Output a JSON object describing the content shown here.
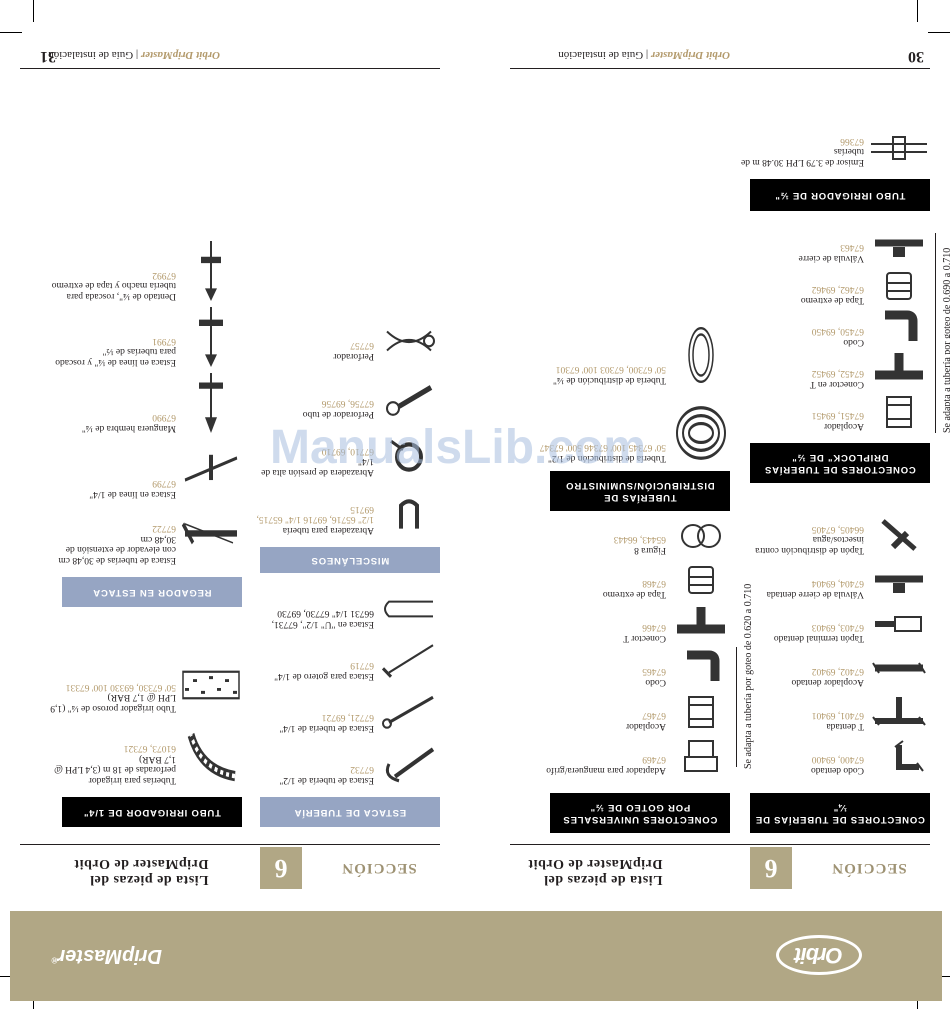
{
  "brand": {
    "orbit_logo": "Orbit",
    "dripmaster_logo": "DripMaster",
    "reg_mark": "®"
  },
  "watermark": "ManualsLib.com",
  "page30": {
    "section_word": "SECCIÓN",
    "section_num": "6",
    "title_line1": "Lista de piezas del",
    "title_line2": "DripMaster de Orbit",
    "head_connectors14": "CONECTORES DE TUBERÍAS DE ¼\"",
    "head_universal": "CONECTORES UNIVERSALES POR GOTEO DE ½\"",
    "head_driplock": "CONECTORES DE TUBERÍAS DRIPLOCK\" DE ½\"",
    "head_distribution": "TUBERÍAS DE DISTRIBUCIÓN/SUMINISTRO",
    "head_irrigator12": "TUBO IRRIGADOR DE ½\"",
    "vert_text_1": "Se adapta a tubería por goteo de 0.620 a 0.710",
    "vert_text_2": "Se adapta a tubería por goteo de 0.690 a 0.710",
    "running_brand": "Orbit DripMaster",
    "running_sep": "|",
    "running_text": "Guía de instalación",
    "page_number": "30",
    "col1": [
      {
        "label": "Codo dentado",
        "code": "67400, 69400",
        "icon": "barbed-elbow-icon"
      },
      {
        "label": "T dentada",
        "code": "67401, 69401",
        "icon": "barbed-tee-icon"
      },
      {
        "label": "Acoplador dentado",
        "code": "67402, 69402",
        "icon": "barbed-coupler-icon"
      },
      {
        "label": "Tapón terminal dentado",
        "code": "67403, 69403",
        "icon": "barbed-end-cap-icon"
      },
      {
        "label": "Válvula de cierre dentada",
        "code": "67404, 69404",
        "icon": "shutoff-valve-icon"
      },
      {
        "label": "Tapón de distribución contra insectos/agua",
        "code": "66405, 67405",
        "icon": "distribution-plug-icon"
      }
    ],
    "col2": [
      {
        "label": "Adaptador para manguera/grifo",
        "code": "67469",
        "icon": "hose-adapter-icon"
      },
      {
        "label": "Acoplador",
        "code": "67467",
        "icon": "coupler-icon"
      },
      {
        "label": "Codo",
        "code": "67465",
        "icon": "elbow-icon"
      },
      {
        "label": "Conector T",
        "code": "67466",
        "icon": "tee-connector-icon"
      },
      {
        "label": "Tapa de extremo",
        "code": "67468",
        "icon": "end-cap-icon"
      },
      {
        "label": "Figura 8",
        "code": "65443, 66443",
        "icon": "figure-eight-icon"
      }
    ],
    "driplock": [
      {
        "label": "Acoplador",
        "code": "67451, 69451",
        "icon": "coupler-icon"
      },
      {
        "label": "Conector en T",
        "code": "67452, 69452",
        "icon": "tee-connector-icon"
      },
      {
        "label": "Codo",
        "code": "67450, 69450",
        "icon": "elbow-icon"
      },
      {
        "label": "Tapa de extremo",
        "code": "67462, 69462",
        "icon": "end-cap-icon"
      },
      {
        "label": "Válvula de cierre",
        "code": "67463",
        "icon": "shutoff-valve-icon"
      }
    ],
    "distribution": [
      {
        "label": "Tubería de distribución de 1/2\"",
        "code": "50' 67345  100' 67346  500' 67347",
        "icon": "tubing-coil-icon"
      },
      {
        "label": "Tubería de distribución de ¼\"",
        "code": "50' 67300, 67303  100' 67301",
        "icon": "quarter-tubing-coil-icon"
      }
    ],
    "irrigator12": [
      {
        "label": "Emisor de 3.79 LPH 30.48 m de tuberías",
        "code": "67366",
        "icon": "emitter-tubing-icon"
      }
    ]
  },
  "page31": {
    "section_word": "SECCIÓN",
    "section_num": "6",
    "title_line1": "Lista de piezas del",
    "title_line2": "DripMaster de Orbit",
    "head_stake": "ESTACA DE TUBERÍA",
    "head_irrigator14": "TUBO IRRIGADOR DE 1/4\"",
    "head_misc": "MISCELÁNEOS",
    "head_sprinkler": "REGADOR EN ESTACA",
    "running_brand": "Orbit DripMaster",
    "running_sep": "|",
    "running_text": "Guía de instalación",
    "page_number": "31",
    "stake": [
      {
        "label": "Estaca de tubería de 1/2\"",
        "code": "67732",
        "icon": "half-tubing-stake-icon"
      },
      {
        "label": "Estaca de tubería de 1/4\"",
        "code": "67721, 69721",
        "icon": "quarter-tubing-stake-icon"
      },
      {
        "label": "Estaca para gotero de 1/4\"",
        "code": "67719",
        "icon": "dripper-stake-icon"
      },
      {
        "label": "Estaca en \"U\" 1/2\", 67731, 66731 1/4\" 67730, 69730",
        "code": "",
        "icon": "u-stake-icon"
      }
    ],
    "misc": [
      {
        "label": "Abrazadera para tubería",
        "code": "1/2\" 65716, 69716  1/4\" 65715, 69715",
        "icon": "tubing-clamp-icon"
      },
      {
        "label": "Abrazadera de presión alta de 1/4\"",
        "code": "67710, 69710",
        "icon": "pressure-clamp-icon"
      },
      {
        "label": "Perforador de tubo",
        "code": "67756, 69756",
        "icon": "tube-punch-icon"
      },
      {
        "label": "Perforador",
        "code": "67757",
        "icon": "hole-punch-icon"
      }
    ],
    "irrigator14": [
      {
        "label": "Tuberías para irrigador perforadas de 18 m (3,4 LPH @ 1,7 BAR)",
        "code": "61073, 67321",
        "icon": "perforated-tubing-icon"
      },
      {
        "label": "Tubo irrigador poroso de ¼\" (1,9 LPH @ 1,7 BAR)",
        "code": "50' 67330, 69330  100' 67331",
        "icon": "porous-tubing-icon"
      }
    ],
    "sprinkler": [
      {
        "label": "Estaca de tuberías de 30,48 cm con elevador de extensión de 30,48 cm",
        "code": "67722",
        "icon": "riser-stake-icon"
      },
      {
        "label": "Estaca en línea de 1/4\"",
        "code": "67799",
        "icon": "inline-stake-icon"
      },
      {
        "label": "Manguera hembra de ¼\"",
        "code": "67990",
        "icon": "female-hose-stake-icon"
      },
      {
        "label": "Estaca en línea de ¼\" y roscado para tuberías de ½\"",
        "code": "67991",
        "icon": "threaded-stake-icon"
      },
      {
        "label": "Dentado de ¼\", roscada para tubería macho y tapa de extremo",
        "code": "67992",
        "icon": "barbed-male-stake-icon"
      }
    ]
  }
}
